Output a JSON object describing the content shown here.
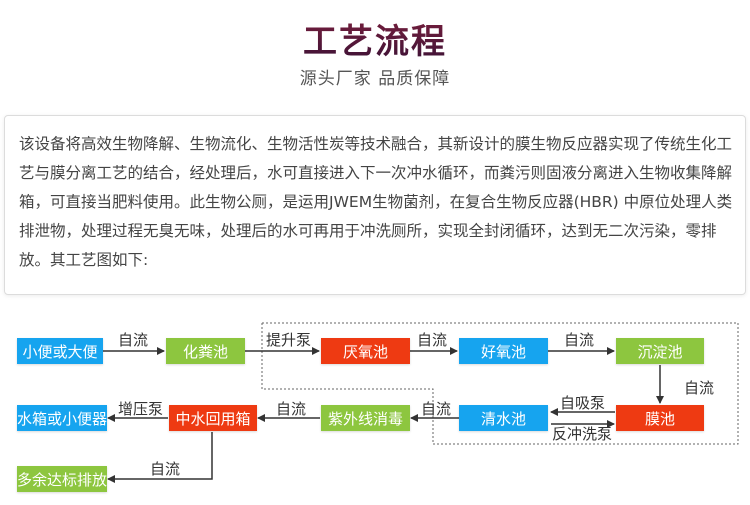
{
  "header": {
    "title": "工艺流程",
    "subtitle": "源头厂家 品质保障"
  },
  "intro": {
    "text": "该设备将高效生物降解、生物流化、生物活性炭等技术融合，其新设计的膜生物反应器实现了传统生化工艺与膜分离工艺的结合，经处理后，水可直接进入下一次冲水循环，而粪污则固液分离进入生物收集降解箱，可直接当肥料使用。此生物公厕，是运用JWEM生物菌剂，在复合生物反应器(HBR) 中原位处理人类排泄物，处理过程无臭无味，处理后的水可再用于冲洗厕所，实现全封闭循环，达到无二次污染，零排放。其工艺图如下:"
  },
  "diagram": {
    "nodes": {
      "toilet_input": "小便或大便",
      "septic_tank": "化粪池",
      "anaerobic_tank": "厌氧池",
      "aerobic_tank": "好氧池",
      "settling_tank": "沉淀池",
      "membrane_tank": "膜池",
      "clear_water_tank": "清水池",
      "uv_disinfection": "紫外线消毒",
      "reuse_tank": "中水回用箱",
      "cistern_output": "水箱或小便器",
      "excess_discharge": "多余达标排放"
    },
    "labels": {
      "gravity_1": "自流",
      "lift_pump": "提升泵",
      "gravity_2": "自流",
      "gravity_3": "自流",
      "gravity_4": "自流",
      "suction_pump": "自吸泵",
      "backwash_pump": "反冲洗泵",
      "gravity_5": "自流",
      "gravity_6": "自流",
      "booster_pump": "增压泵",
      "gravity_7": "自流"
    },
    "colors": {
      "blue": "#16a4ef",
      "green": "#8dc63f",
      "red": "#ee3a12"
    }
  }
}
